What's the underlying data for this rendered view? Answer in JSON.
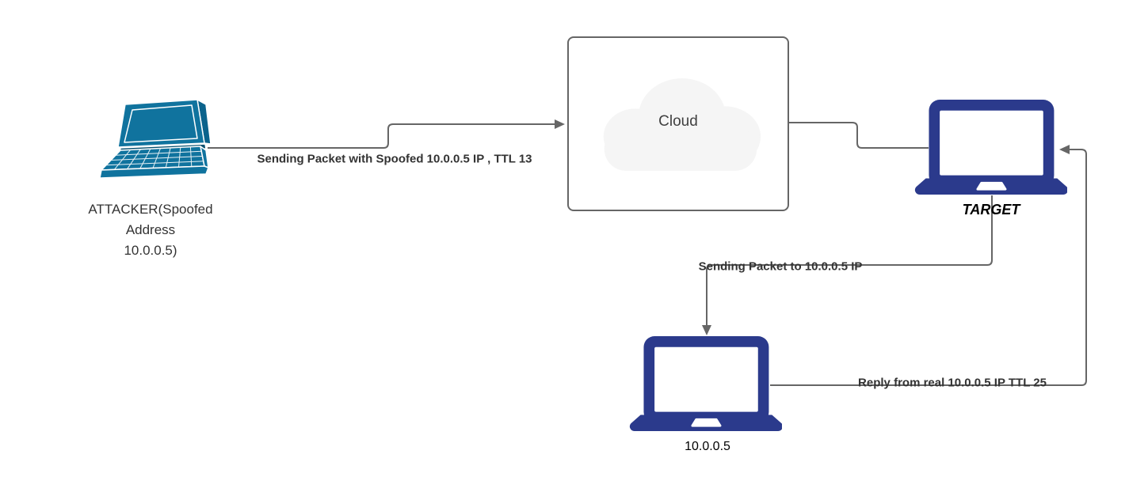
{
  "diagram_title": "IP spoofing network diagram",
  "colors": {
    "edge_line": "#666666",
    "edge_label_text": "#333333",
    "laptop_navy": "#2b3a8c",
    "laptop_teal": "#10739e",
    "laptop_teal_dark": "#074f6e",
    "cloud_border": "#666666",
    "cloud_fill": "#f5f5f5",
    "background": "#ffffff"
  },
  "nodes": {
    "attacker": {
      "icon": "laptop-perspective-icon",
      "label_lines": [
        "ATTACKER(Spoofed",
        "Address",
        "10.0.0.5)"
      ]
    },
    "cloud": {
      "icon": "cloud-icon",
      "label": "Cloud"
    },
    "target": {
      "icon": "laptop-front-icon",
      "label": "TARGET"
    },
    "real_host": {
      "icon": "laptop-front-icon",
      "label": "10.0.0.5"
    }
  },
  "edges": [
    {
      "id": "attacker-to-cloud",
      "label": "Sending Packet with Spoofed 10.0.0.5 IP , TTL 13",
      "arrow": "right"
    },
    {
      "id": "cloud-to-target",
      "label": "",
      "arrow": "none"
    },
    {
      "id": "target-to-real-host",
      "label": "Sending Packet to 10.0.0.5 IP",
      "arrow": "down"
    },
    {
      "id": "real-host-to-target",
      "label": "Reply from real 10.0.0.5 IP TTL 25",
      "arrow": "left"
    }
  ]
}
